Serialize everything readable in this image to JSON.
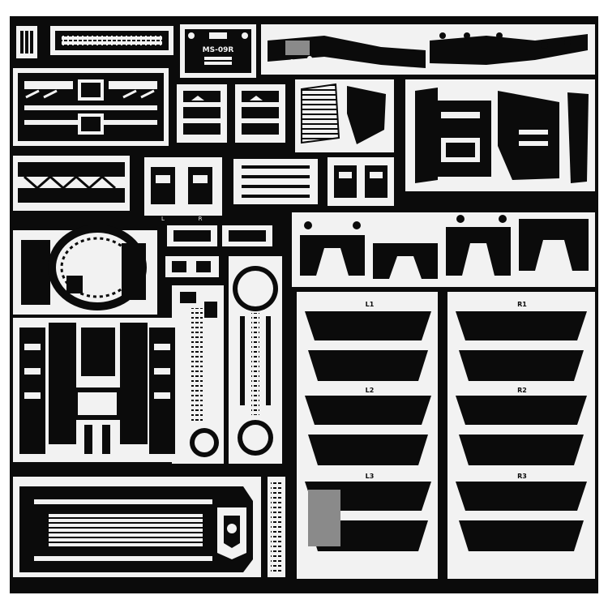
{
  "labels": {
    "model_code": "MS-09R",
    "left_marks": [
      "L1",
      "L2",
      "L3"
    ],
    "right_marks": [
      "R1",
      "R2",
      "R3"
    ],
    "small_letters": [
      "L",
      "R"
    ]
  },
  "colors": {
    "fret": "#0b0b0b",
    "metal": "#f2f2f2",
    "detail": "#0b0b0b"
  },
  "icons": {
    "emblem": "zeon-emblem-icon"
  }
}
